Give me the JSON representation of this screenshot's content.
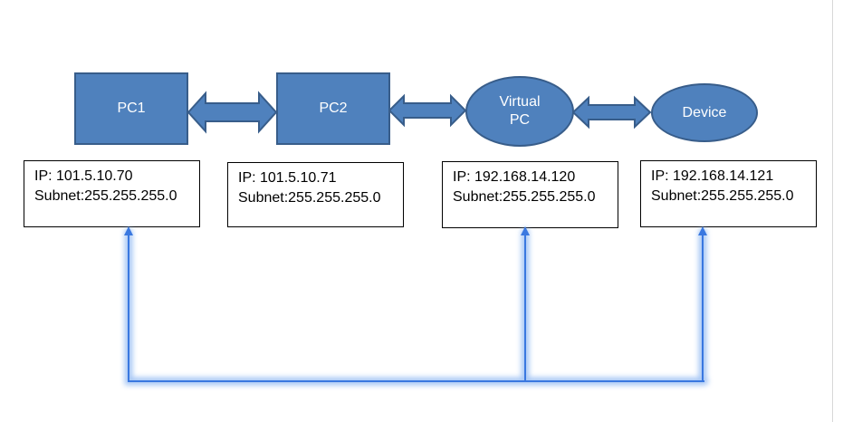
{
  "nodes": [
    {
      "id": "pc1",
      "label": "PC1",
      "shape": "rectangle"
    },
    {
      "id": "pc2",
      "label": "PC2",
      "shape": "rectangle"
    },
    {
      "id": "virtual-pc",
      "label": "Virtual PC",
      "label_lines": [
        "Virtual",
        "PC"
      ],
      "shape": "ellipse"
    },
    {
      "id": "device",
      "label": "Device",
      "shape": "ellipse"
    }
  ],
  "info_boxes": [
    {
      "for": "pc1",
      "ip": "IP: 101.5.10.70",
      "subnet": "Subnet:255.255.255.0"
    },
    {
      "for": "pc2",
      "ip": "IP: 101.5.10.71",
      "subnet": "Subnet:255.255.255.0"
    },
    {
      "for": "virtual-pc",
      "ip": "IP: 192.168.14.120",
      "subnet": "Subnet:255.255.255.0"
    },
    {
      "for": "device",
      "ip": "IP: 192.168.14.121",
      "subnet": "Subnet:255.255.255.0"
    }
  ],
  "connections": [
    {
      "from": "pc1",
      "to": "pc2",
      "type": "bidirectional-block-arrow"
    },
    {
      "from": "pc2",
      "to": "virtual-pc",
      "type": "bidirectional-block-arrow"
    },
    {
      "from": "virtual-pc",
      "to": "device",
      "type": "bidirectional-block-arrow"
    }
  ],
  "bus": {
    "connects": [
      "pc1",
      "virtual-pc",
      "device"
    ],
    "style": "glow-line-with-arrowheads"
  },
  "colors": {
    "node_fill": "#4f81bd",
    "node_stroke": "#385d8a",
    "node_text": "#ffffff",
    "bus_line": "#3a78e0",
    "bus_glow": "#8cb6f2",
    "box_border": "#000000"
  }
}
